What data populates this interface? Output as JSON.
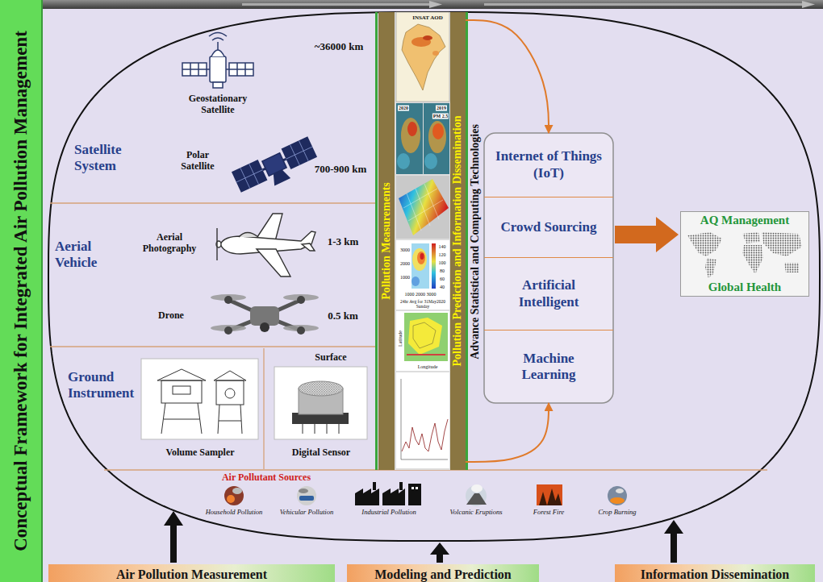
{
  "diagram": {
    "title": "Conceptual Framework for Integrated Air Pollution Management",
    "nodes": [
      {
        "text": [
          "Satellite System"
        ]
      },
      {
        "text": [
          "Aerial Vehicle"
        ]
      },
      {
        "text": [
          "Ground Instrument"
        ]
      },
      {
        "text": [
          "Pollution Measurements"
        ]
      },
      {
        "text": [
          "Pollution Prediction and Information Dissemination"
        ]
      },
      {
        "text": [
          "Internet of Things (IoT)"
        ]
      },
      {
        "text": [
          "Crowd Sourcing"
        ]
      },
      {
        "text": [
          "Artificial Intelligent"
        ]
      },
      {
        "text": [
          "Machine Learning"
        ]
      },
      {
        "text": [
          "AQ Management",
          "Global Health"
        ]
      },
      {
        "text": [
          "Air Pollution Measurement"
        ]
      },
      {
        "text": [
          "Modeling and Prediction"
        ]
      },
      {
        "text": [
          "Information Dissemination"
        ]
      }
    ],
    "edges": [
      {
        "from": 4,
        "to": 5,
        "arrow": "to"
      },
      {
        "from": 4,
        "to": 8,
        "arrow": "to"
      },
      {
        "from": 6,
        "to": 9,
        "arrow": "to"
      }
    ],
    "labels": [
      "~36000 km",
      "Geostationary Satellite",
      "700-900 km",
      "Polar Satellite",
      "Aerial Photography",
      "1-3 km",
      "Drone",
      "0.5 km",
      "Surface",
      "Volume Sampler",
      "Digital Sensor",
      "INSAT AOD",
      "2020",
      "2019",
      "PM 2.5",
      "140",
      "120",
      "100",
      "80",
      "60",
      "40",
      "3000",
      "2000",
      "1000",
      "1000 2000 3000",
      "24hr Avg for 31May2020 Sunday",
      "Latitude",
      "Longitude",
      "Advance Statistical and Computing Technologies",
      "Air Pollutant Sources",
      "Household Pollution",
      "Vehicular Pollution",
      "Industrial Pollution",
      "Volcanic Eruptions",
      "Forest Fire",
      "Crop Burning"
    ]
  }
}
